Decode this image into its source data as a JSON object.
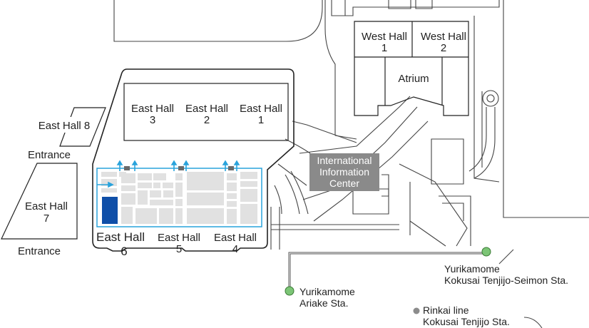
{
  "halls": {
    "west1": [
      "West Hall",
      "1"
    ],
    "west2": [
      "West Hall",
      "2"
    ],
    "atrium": "Atrium",
    "east3": [
      "East Hall",
      "3"
    ],
    "east2": [
      "East Hall",
      "2"
    ],
    "east1": [
      "East Hall",
      "1"
    ],
    "east8": "East Hall 8",
    "east7": [
      "East Hall",
      "7"
    ],
    "east6": [
      "East Hall",
      "6"
    ],
    "east5": [
      "East Hall",
      "5"
    ],
    "east4": [
      "East Hall",
      "4"
    ]
  },
  "entrances": {
    "upper": "Entrance",
    "lower": "Entrance"
  },
  "info_center": [
    "International",
    "Information",
    "Center"
  ],
  "stations": {
    "ariake": [
      "Yurikamome",
      "Ariake Sta."
    ],
    "seimon": [
      "Yurikamome",
      "Kokusai Tenjijo-Seimon Sta."
    ],
    "rinkai": [
      "Rinkai line",
      "Kokusai Tenjijo Sta."
    ]
  },
  "colors": {
    "line_green": "#7cc576",
    "highlight_blue": "#0f4fa8",
    "arrow_blue": "#29a3dc",
    "hall_fill": "#e1e1e1",
    "info_bg": "#8a8a8a",
    "rinkai_gray": "#8c8c8c"
  },
  "icons": {
    "arrows": "up-down-arrow-icon",
    "marker": "location-marker"
  }
}
